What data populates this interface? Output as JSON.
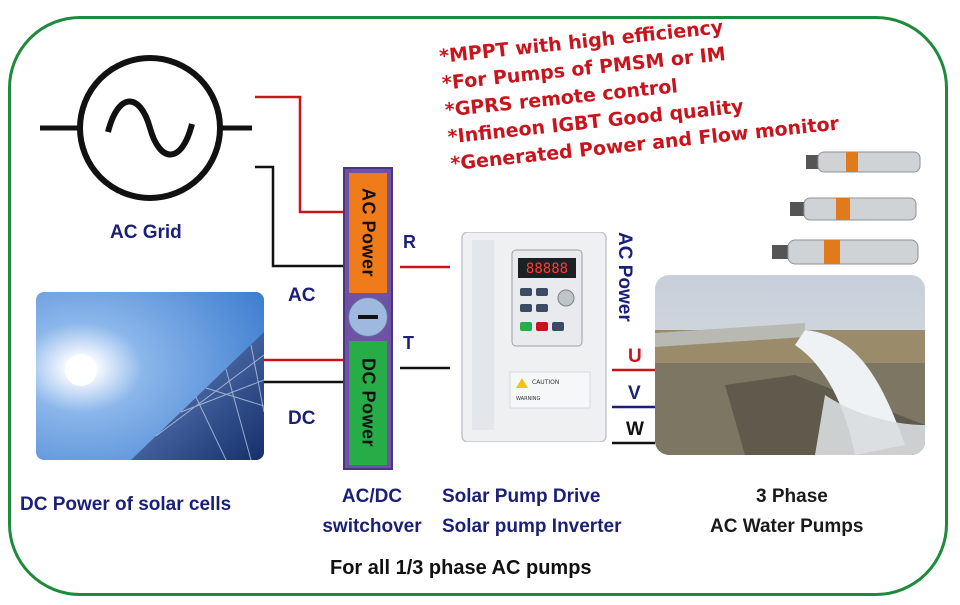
{
  "features": [
    "*MPPT with high efficiency",
    "*For Pumps of PMSM or IM",
    "*GPRS remote control",
    "*Infineon IGBT Good quality",
    "*Generated Power and Flow monitor"
  ],
  "ac_grid": {
    "label": "AC Grid"
  },
  "solar": {
    "label": "DC Power of solar cells"
  },
  "line_labels": {
    "ac": "AC",
    "dc": "DC",
    "r": "R",
    "t": "T",
    "u": "U",
    "v": "V",
    "w": "W"
  },
  "switchover": {
    "ac_power": "AC Power",
    "dc_power": "DC Power",
    "caption_line1": "AC/DC",
    "caption_line2": "switchover"
  },
  "inverter": {
    "caption_line1": "Solar Pump Drive",
    "caption_line2": "Solar pump Inverter",
    "display": "88888",
    "caution": "CAUTION",
    "warning": "WARNING"
  },
  "ac_power_vertical": "AC Power",
  "pumps": {
    "caption_line1": "3 Phase",
    "caption_line2": "AC Water Pumps"
  },
  "footer": "For all 1/3 phase AC pumps",
  "colors": {
    "frame": "#1e8a3c",
    "red": "#c8141c",
    "navy": "#1a1f78",
    "ac_orange": "#f07b1a",
    "dc_green": "#27ad47",
    "switch_purple": "#6f51a6"
  }
}
